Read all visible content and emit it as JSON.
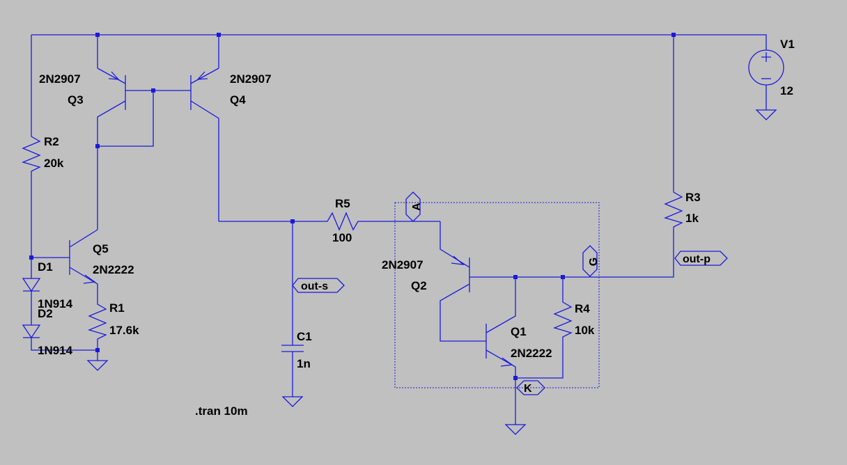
{
  "theme": {
    "background": "#c0c0c0",
    "wire_color": "#1a1adb",
    "text_color": "#000000",
    "junction_color": "#1a1adb"
  },
  "components": {
    "Q3": {
      "ref": "Q3",
      "model": "2N2907"
    },
    "Q4": {
      "ref": "Q4",
      "model": "2N2907"
    },
    "Q5": {
      "ref": "Q5",
      "model": "2N2222"
    },
    "Q2": {
      "ref": "Q2",
      "model": "2N2907"
    },
    "Q1": {
      "ref": "Q1",
      "model": "2N2222"
    },
    "R1": {
      "ref": "R1",
      "value": "17.6k"
    },
    "R2": {
      "ref": "R2",
      "value": "20k"
    },
    "R3": {
      "ref": "R3",
      "value": "1k"
    },
    "R4": {
      "ref": "R4",
      "value": "10k"
    },
    "R5": {
      "ref": "R5",
      "value": "100"
    },
    "C1": {
      "ref": "C1",
      "value": "1n"
    },
    "D1": {
      "ref": "D1",
      "model": "1N914"
    },
    "D2": {
      "ref": "D2",
      "model": "1N914"
    },
    "V1": {
      "ref": "V1",
      "value": "12"
    }
  },
  "net_labels": {
    "A": "A",
    "G": "G",
    "K": "K",
    "out_s": "out-s",
    "out_p": "out-p"
  },
  "directive": ".tran 10m"
}
